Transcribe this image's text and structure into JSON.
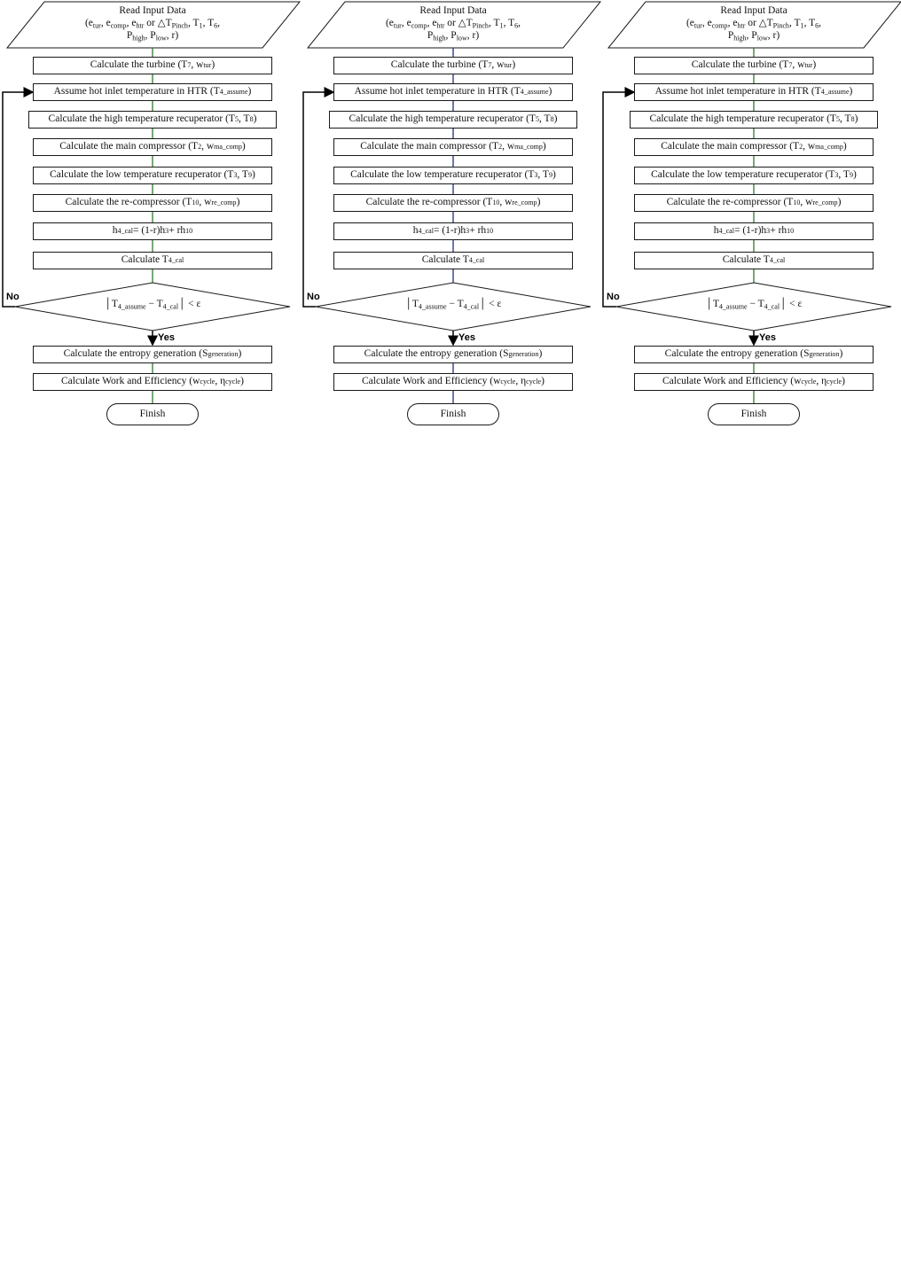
{
  "flowchart": {
    "input": {
      "line1": "Read Input Data",
      "line2": "(e<sub>tur</sub>, e<sub>comp</sub>, e<sub>htr</sub> or △T<sub>Pinch</sub>, T<sub>1</sub>, T<sub>6</sub>,",
      "line3": "P<sub>high</sub>, P<sub>low</sub>, r)"
    },
    "steps": [
      "Calculate the turbine (T<sub>7</sub>, w<sub>tur</sub>)",
      "Assume hot inlet temperature in HTR (T<sub>4_assume</sub>)",
      "Calculate the high temperature recuperator (T<sub>5</sub>, T<sub>8</sub>)",
      "Calculate the main compressor (T<sub>2</sub>, w<sub>ma_comp</sub>)",
      "Calculate the low temperature recuperator (T<sub>3</sub>, T<sub>9</sub>)",
      "Calculate the re-compressor (T<sub>10</sub>, w<sub>re_comp</sub>)",
      "h<sub>4_cal</sub> = (1-r)h<sub>3</sub> + rh<sub>10</sub>",
      "Calculate T<sub>4_cal</sub>"
    ],
    "decision": "│T<sub>4_assume</sub> − T<sub>4_cal</sub>│ < ε",
    "no_label": "No",
    "yes_label": "Yes",
    "post_steps": [
      "Calculate the entropy generation (S<sub>generation</sub>)",
      "Calculate Work and Efficiency (w<sub>cycle</sub>, η<sub>cycle</sub>)"
    ],
    "finish": "Finish"
  },
  "colors": {
    "line_col1": "#2f7a2f",
    "line_col2": "#1f2f7a",
    "line_col3": "#2f7a2f",
    "box_border": "#1a1a1a"
  }
}
